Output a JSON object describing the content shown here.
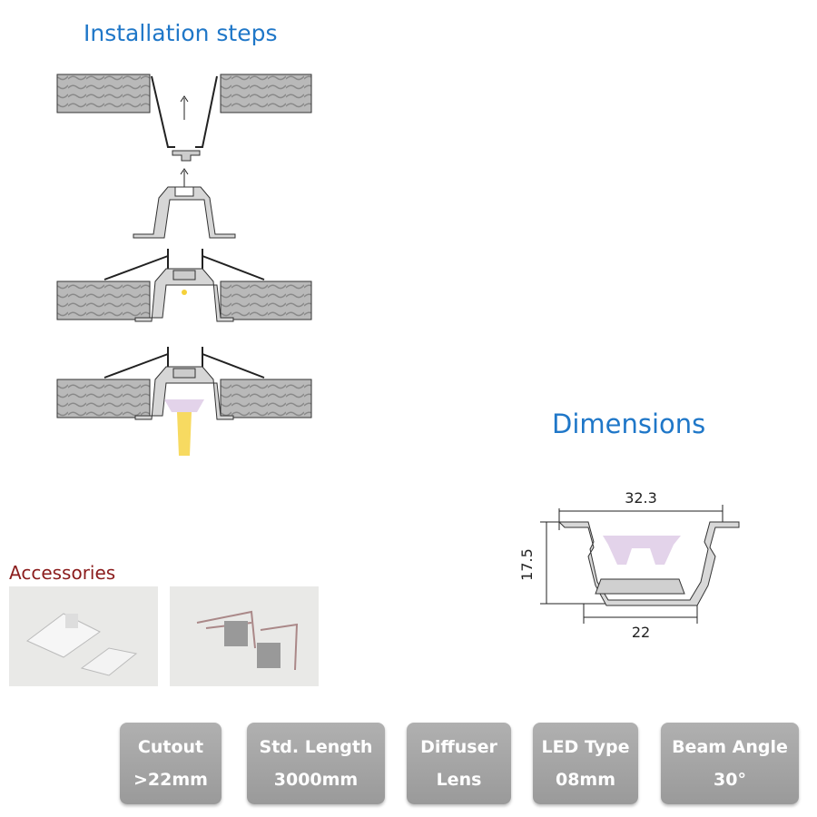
{
  "installation": {
    "title": "Installation steps"
  },
  "dimensions": {
    "title": "Dimensions",
    "width_top": "32.3",
    "height": "17.5",
    "width_bottom": "22"
  },
  "accessories": {
    "title": "Accessories"
  },
  "specs": [
    {
      "label": "Cutout",
      "value": ">22mm"
    },
    {
      "label": "Std. Length",
      "value": "3000mm"
    },
    {
      "label": "Diffuser",
      "value": "Lens"
    },
    {
      "label": "LED Type",
      "value": "08mm"
    },
    {
      "label": "Beam Angle",
      "value": "30°"
    }
  ],
  "colors": {
    "title": "#1f77c8",
    "accessories": "#8b1c1c",
    "badge": "#a5a5a5",
    "diffuser": "#e3d3ea",
    "light": "#f5d13a"
  }
}
